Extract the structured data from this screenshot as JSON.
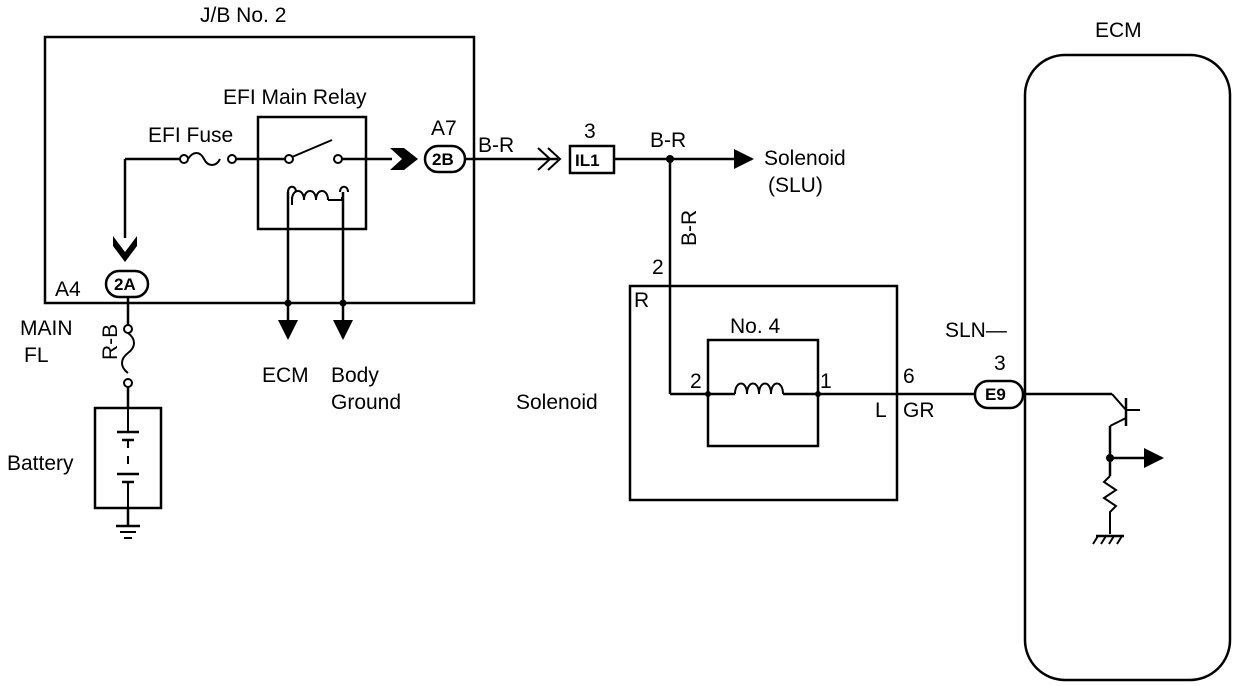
{
  "labels": {
    "jb": "J/B No. 2",
    "efi_main_relay": "EFI Main Relay",
    "efi_fuse": "EFI Fuse",
    "a7": "A7",
    "conn_2b": "2B",
    "a4": "A4",
    "conn_2a": "2A",
    "wire_br_1": "B-R",
    "wire_br_2": "B-R",
    "wire_br_vert": "B-R",
    "wire_rb": "R-B",
    "pin_3_il1": "3",
    "conn_il1": "IL1",
    "solenoid_slu_1": "Solenoid",
    "solenoid_slu_2": "(SLU)",
    "main_1": "MAIN",
    "main_2": "FL",
    "ecm_out": "ECM",
    "body_ground_1": "Body",
    "body_ground_2": "Ground",
    "battery": "Battery",
    "pin_2_top": "2",
    "r": "R",
    "no4": "No. 4",
    "solenoid": "Solenoid",
    "pin_2_coil": "2",
    "pin_1_coil": "1",
    "pin_6": "6",
    "l": "L",
    "gr": "GR",
    "sln": "SLN—",
    "pin_3_e9": "3",
    "conn_e9": "E9",
    "ecm_title": "ECM"
  }
}
